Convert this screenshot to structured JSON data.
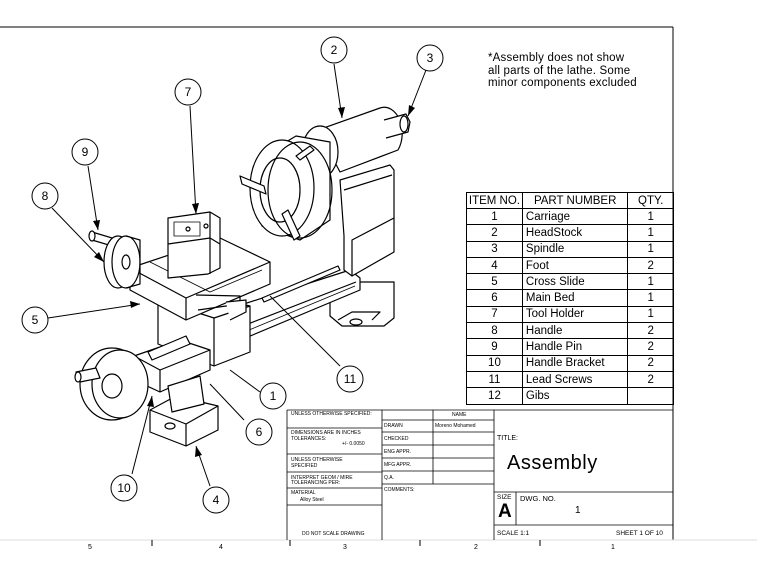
{
  "note": {
    "lines": [
      "*Assembly does not show",
      "all parts of the lathe.  Some",
      "minor components excluded"
    ]
  },
  "bom": {
    "headers": [
      "ITEM NO.",
      "PART NUMBER",
      "QTY."
    ],
    "rows": [
      {
        "item": "1",
        "part": "Carriage",
        "qty": "1"
      },
      {
        "item": "2",
        "part": "HeadStock",
        "qty": "1"
      },
      {
        "item": "3",
        "part": "Spindle",
        "qty": "1"
      },
      {
        "item": "4",
        "part": "Foot",
        "qty": "2"
      },
      {
        "item": "5",
        "part": "Cross Slide",
        "qty": "1"
      },
      {
        "item": "6",
        "part": "Main Bed",
        "qty": "1"
      },
      {
        "item": "7",
        "part": "Tool Holder",
        "qty": "1"
      },
      {
        "item": "8",
        "part": "Handle",
        "qty": "2"
      },
      {
        "item": "9",
        "part": "Handle Pin",
        "qty": "2"
      },
      {
        "item": "10",
        "part": "Handle Bracket",
        "qty": "2"
      },
      {
        "item": "11",
        "part": "Lead Screws",
        "qty": "2"
      },
      {
        "item": "12",
        "part": "Gibs",
        "qty": ""
      }
    ]
  },
  "balloons": [
    "2",
    "3",
    "7",
    "9",
    "8",
    "5",
    "1",
    "11",
    "6",
    "10",
    "4"
  ],
  "title_block": {
    "unless_specified": "UNLESS OTHERWISE SPECIFIED:",
    "dimensions": "DIMENSIONS ARE IN INCHES",
    "tolerances": "TOLERANCES:",
    "tol_value": "+/- 0.0050",
    "unless2_a": "UNLESS OTHERWISE",
    "unless2_b": "SPECIFIED",
    "interpret_a": "INTERPRET GEOM / MIRE",
    "interpret_b": "TOLERANCING PER:",
    "material": "MATERIAL",
    "material_value": "Alloy Steel",
    "do_not_scale": "DO NOT SCALE DRAWING",
    "name_header": "NAME",
    "drawn": "DRAWN",
    "drawn_name": "Moreno Mohamed",
    "checked": "CHECKED",
    "eng_appr": "ENG APPR.",
    "mfg_appr": "MFG APPR.",
    "qa": "Q.A.",
    "comments": "COMMENTS:",
    "title_label": "TITLE:",
    "title": "Assembly",
    "size_label": "SIZE",
    "size": "A",
    "dwg_label": "DWG.  NO.",
    "dwg_no": "1",
    "scale": "SCALE  1:1",
    "sheet": "SHEET 1 OF 10"
  },
  "zones": [
    "5",
    "4",
    "3",
    "2",
    "1"
  ]
}
